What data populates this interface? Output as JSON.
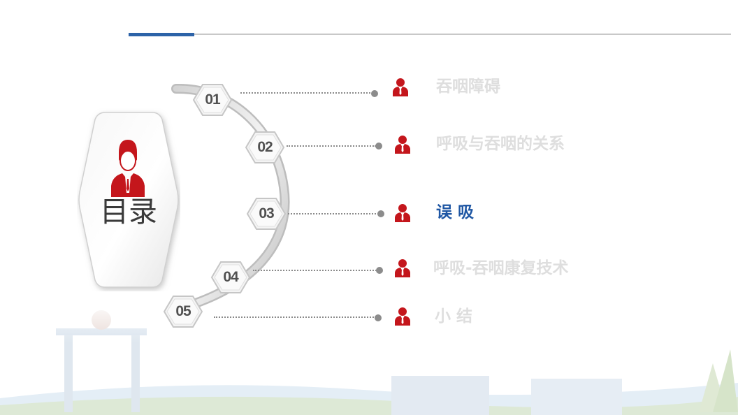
{
  "toc": {
    "title": "目录"
  },
  "items": [
    {
      "number": "01",
      "label": "吞咽障碍",
      "active": false
    },
    {
      "number": "02",
      "label": "呼吸与吞咽的关系",
      "active": false
    },
    {
      "number": "03",
      "label": "误 吸",
      "active": true
    },
    {
      "number": "04",
      "label": "呼吸-吞咽康复技术",
      "active": false
    },
    {
      "number": "05",
      "label": "小 结",
      "active": false
    }
  ],
  "colors": {
    "accent_blue": "#2d63a8",
    "active_text": "#1f57a4",
    "inactive_text": "#dedede",
    "person_red": "#c4161c"
  },
  "icons": {
    "header": "header-rule",
    "item": "person-icon",
    "title": "person-icon"
  }
}
